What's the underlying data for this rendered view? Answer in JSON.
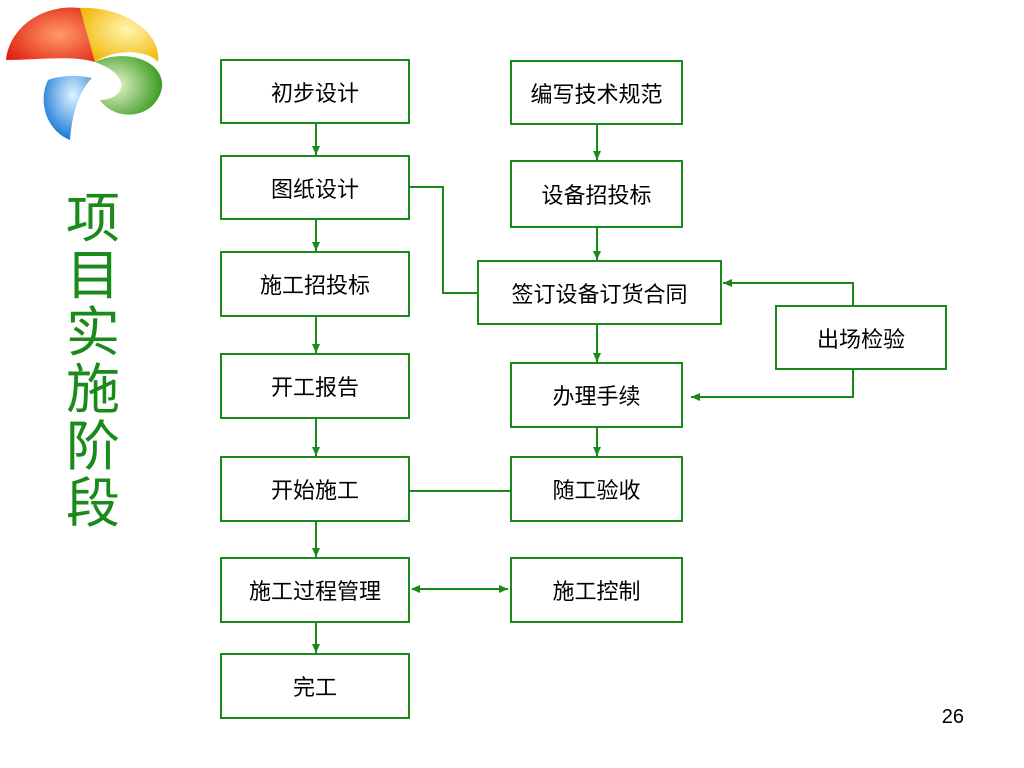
{
  "slide": {
    "title": "项目实施阶段",
    "page_number": "26"
  },
  "colors": {
    "line": "#1a8a1a"
  },
  "nodes": {
    "preliminary_design": "初步设计",
    "drawing_design": "图纸设计",
    "construction_bidding": "施工招投标",
    "commencement_report": "开工报告",
    "start_construction": "开始施工",
    "process_management": "施工过程管理",
    "completion": "完工",
    "write_specs": "编写技术规范",
    "equipment_bidding": "设备招投标",
    "sign_contract": "签订设备订货合同",
    "factory_inspection": "出场检验",
    "procedures": "办理手续",
    "acceptance": "随工验收",
    "construction_control": "施工控制"
  }
}
